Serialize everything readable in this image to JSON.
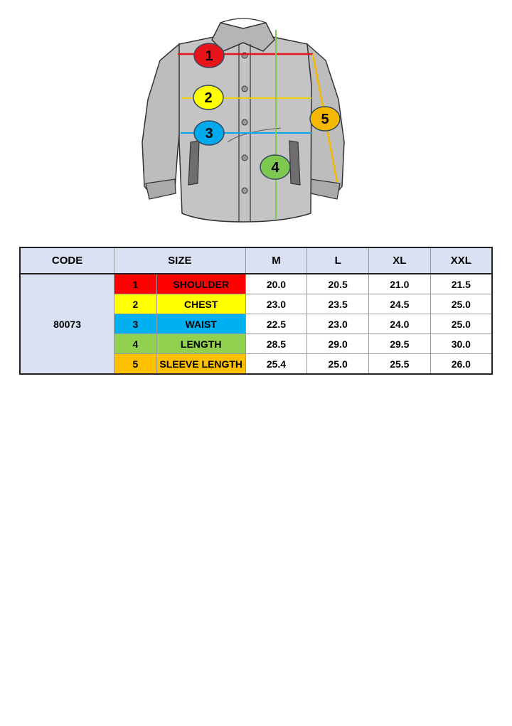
{
  "diagram": {
    "markers": [
      {
        "num": "1",
        "color": "#e8141b"
      },
      {
        "num": "2",
        "color": "#ffff00"
      },
      {
        "num": "3",
        "color": "#00a8ec"
      },
      {
        "num": "4",
        "color": "#7ec850"
      },
      {
        "num": "5",
        "color": "#f5b800"
      }
    ]
  },
  "table": {
    "headers": {
      "code": "CODE",
      "size": "SIZE",
      "sizes": [
        "M",
        "L",
        "XL",
        "XXL"
      ]
    },
    "code": "80073",
    "rows": [
      {
        "num": "1",
        "label": "SHOULDER",
        "color": "#ff0000",
        "values": [
          "20.0",
          "20.5",
          "21.0",
          "21.5"
        ]
      },
      {
        "num": "2",
        "label": "CHEST",
        "color": "#ffff00",
        "values": [
          "23.0",
          "23.5",
          "24.5",
          "25.0"
        ]
      },
      {
        "num": "3",
        "label": "WAIST",
        "color": "#00b0f0",
        "values": [
          "22.5",
          "23.0",
          "24.0",
          "25.0"
        ]
      },
      {
        "num": "4",
        "label": "LENGTH",
        "color": "#92d050",
        "values": [
          "28.5",
          "29.0",
          "29.5",
          "30.0"
        ]
      },
      {
        "num": "5",
        "label": "SLEEVE LENGTH",
        "color": "#ffc000",
        "values": [
          "25.4",
          "25.0",
          "25.5",
          "26.0"
        ]
      }
    ]
  }
}
